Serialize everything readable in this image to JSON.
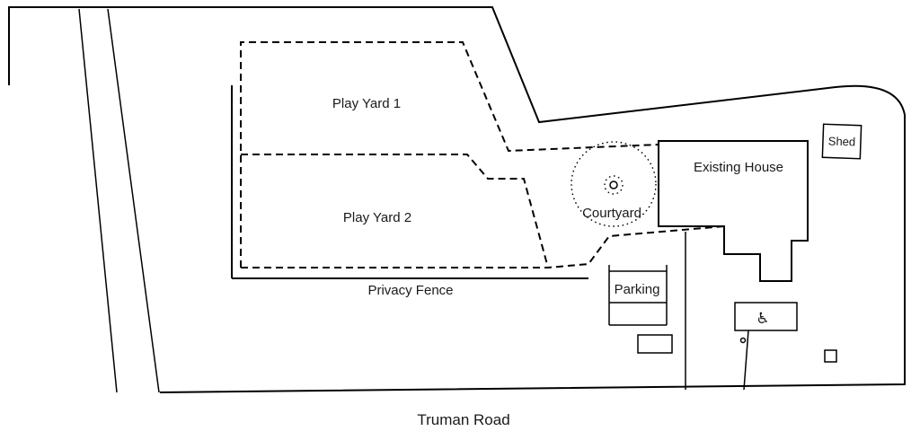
{
  "site_plan": {
    "areas": {
      "play_yard_1": "Play Yard 1",
      "play_yard_2": "Play Yard 2",
      "courtyard": "Courtyard",
      "parking": "Parking"
    },
    "structures": {
      "existing_house": "Existing House",
      "shed": "Shed"
    },
    "annotations": {
      "privacy_fence": "Privacy Fence",
      "truman_road": "Truman Road"
    },
    "icons": {
      "handicap": "♿"
    },
    "colors": {
      "line": "#000000",
      "background": "#ffffff",
      "text": "#1a1a1a"
    }
  }
}
